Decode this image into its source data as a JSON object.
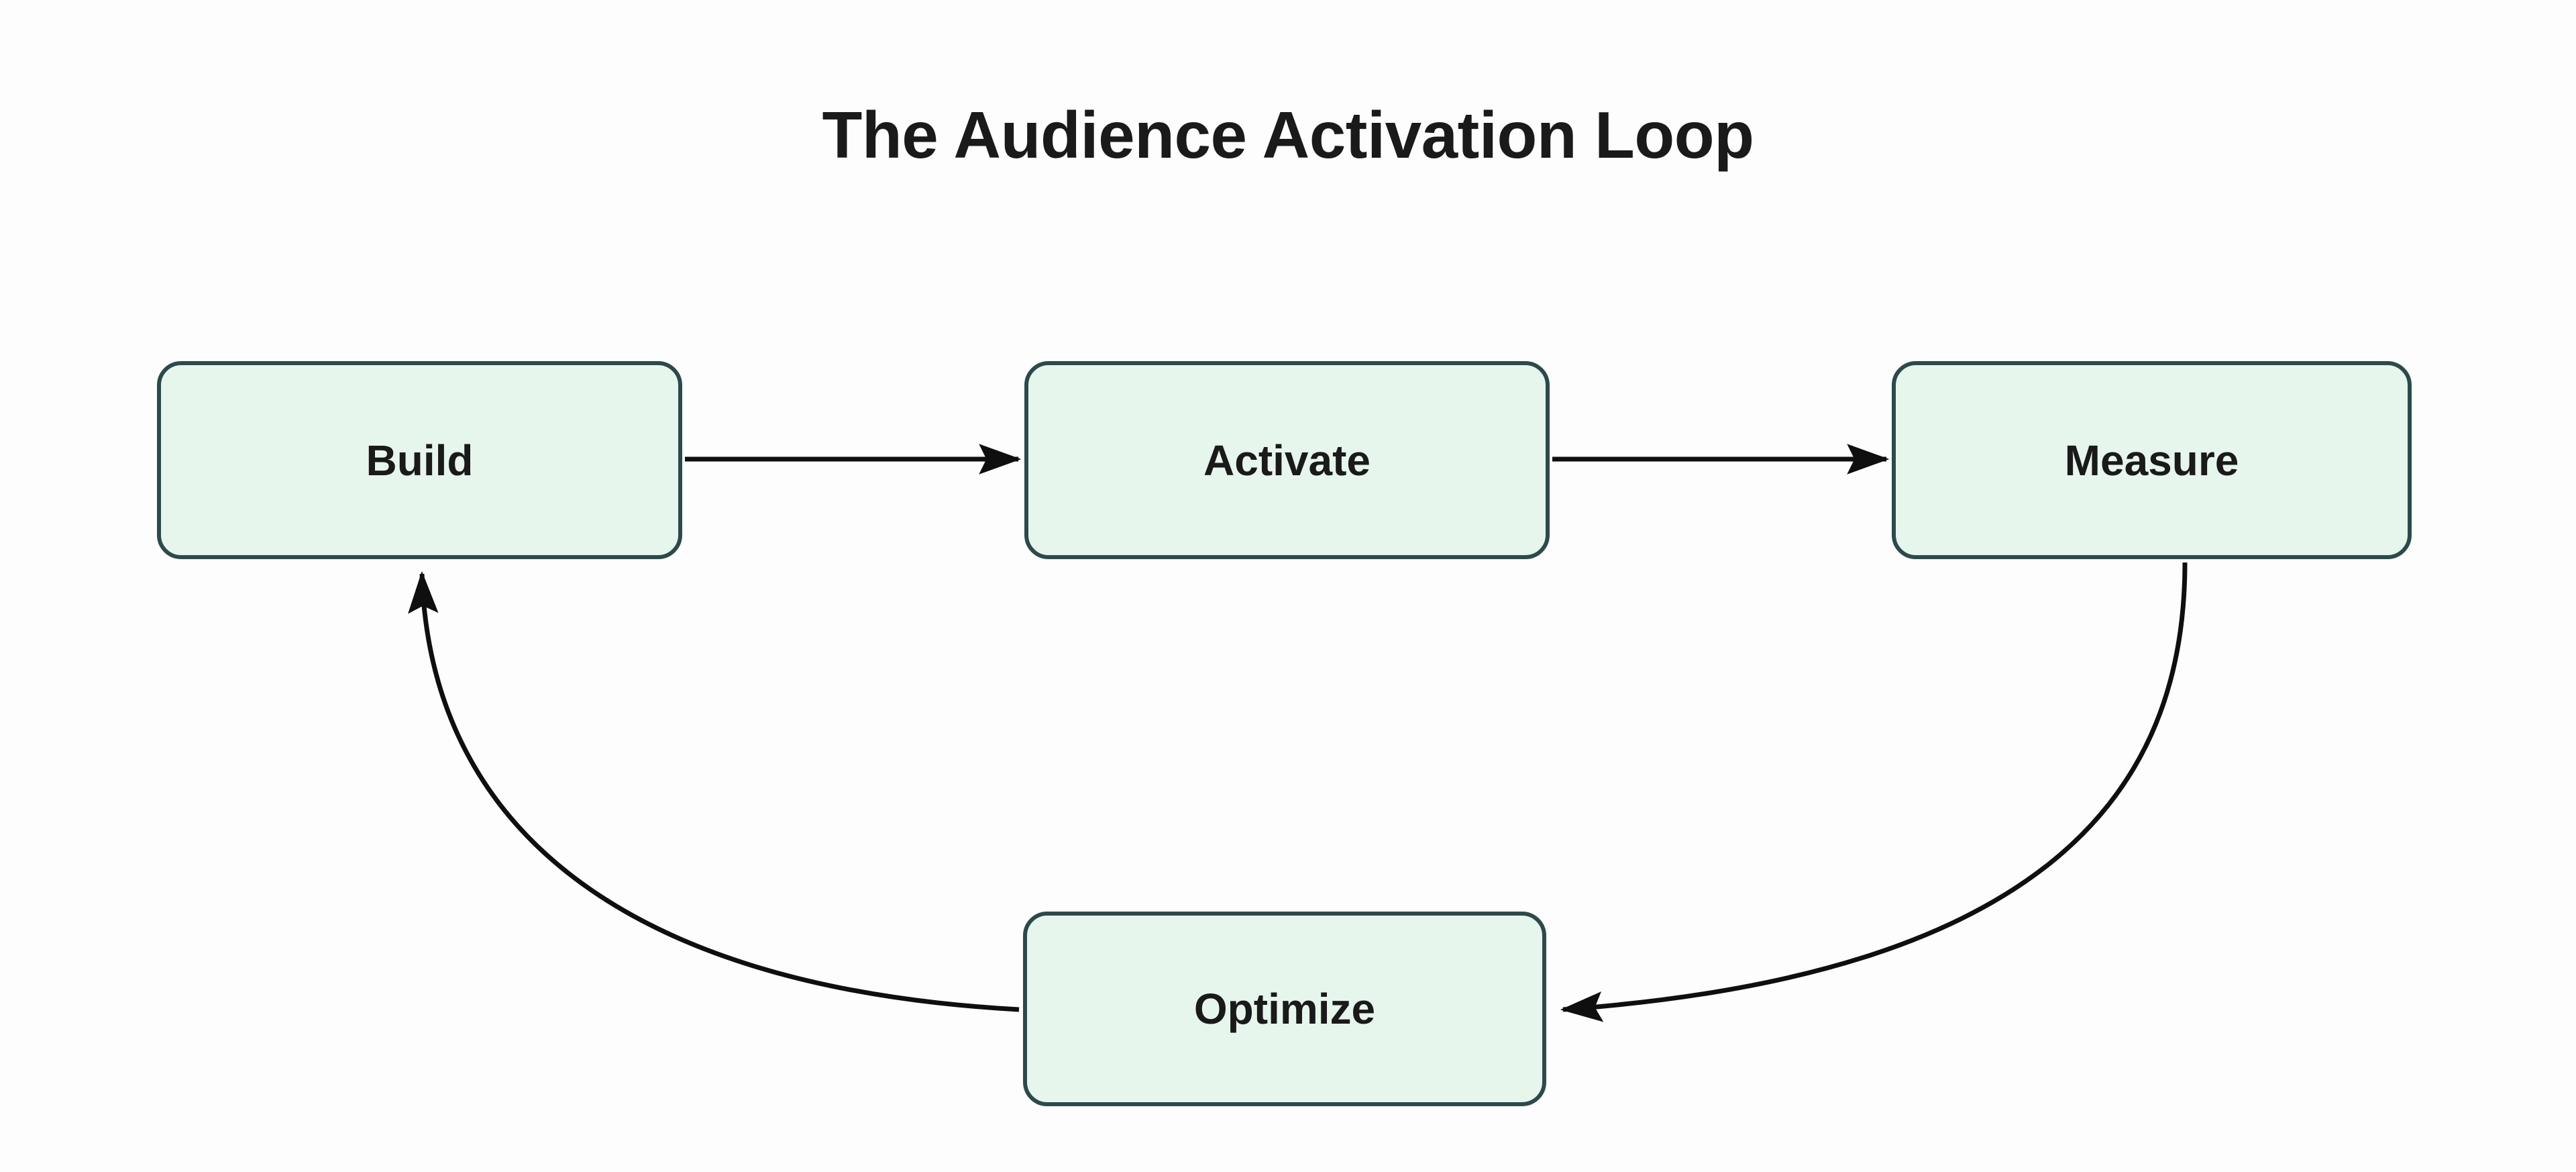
{
  "diagram": {
    "title": "The Audience Activation Loop",
    "type": "cycle-flowchart",
    "background_color": "#fdfdfd",
    "node_fill_color": "#e6f6ec",
    "node_border_color": "#2b4a4c",
    "edge_color": "#0f0f0f",
    "text_color": "#1a1a1a",
    "nodes": [
      {
        "id": "build",
        "label": "Build"
      },
      {
        "id": "activate",
        "label": "Activate"
      },
      {
        "id": "measure",
        "label": "Measure"
      },
      {
        "id": "optimize",
        "label": "Optimize"
      }
    ],
    "edges": [
      {
        "id": "build-to-activate",
        "from": "Build",
        "to": "Activate",
        "style": "straight",
        "direction": "right"
      },
      {
        "id": "activate-to-measure",
        "from": "Activate",
        "to": "Measure",
        "style": "straight",
        "direction": "right"
      },
      {
        "id": "measure-to-optimize",
        "from": "Measure",
        "to": "Optimize",
        "style": "curved",
        "direction": "down-left"
      },
      {
        "id": "optimize-to-build",
        "from": "Optimize",
        "to": "Build",
        "style": "curved",
        "direction": "up-left"
      }
    ]
  }
}
